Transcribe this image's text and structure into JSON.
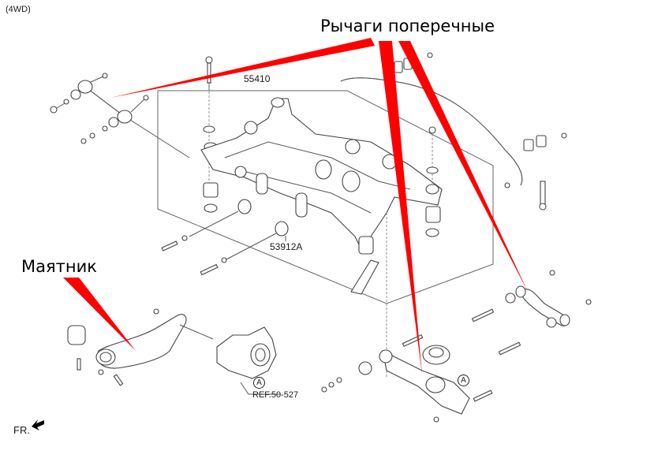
{
  "diagram": {
    "variant_label": "(4WD)",
    "part_numbers": {
      "subframe": "55410",
      "bushing": "53912A"
    },
    "reference": "REF.50-527",
    "markers": [
      "A",
      "A"
    ],
    "front_indicator": "FR."
  },
  "callouts": {
    "lateral_arms": {
      "text": "Рычаги поперечные",
      "color": "#ff0000"
    },
    "trailing_arm": {
      "text": "Маятник",
      "color": "#ff0000"
    }
  }
}
